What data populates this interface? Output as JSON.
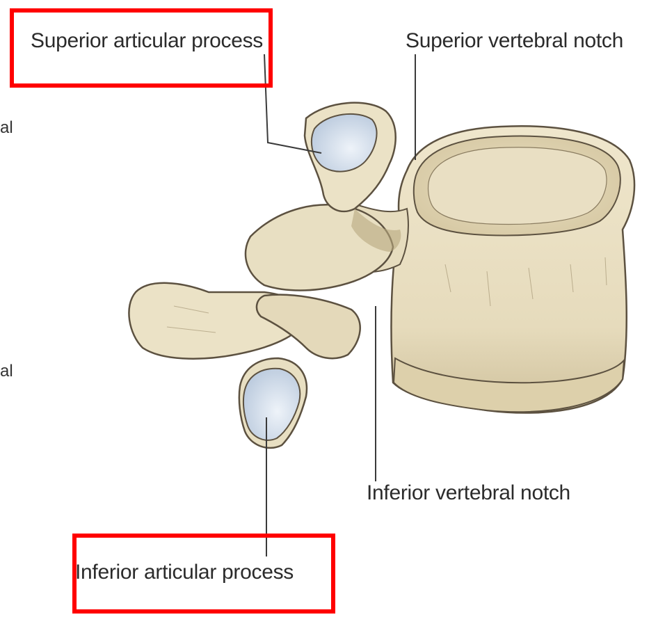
{
  "labels": {
    "superior_articular_process": "Superior articular process",
    "superior_vertebral_notch": "Superior vertebral notch",
    "inferior_vertebral_notch": "Inferior vertebral notch",
    "inferior_articular_process": "Inferior articular process",
    "cropped_left_upper": "al",
    "cropped_left_lower": "al"
  },
  "colors": {
    "bone_fill": "#ece3c8",
    "bone_shadow": "#cfc19c",
    "bone_outline": "#5c5140",
    "cartilage_fill": "#c9d6e6",
    "cartilage_light": "#e8eef6",
    "body_top_fill": "#e3d7b4",
    "leader_line": "#3a3a3a",
    "highlight_box": "#ff0000",
    "text": "#2b2b2b"
  }
}
